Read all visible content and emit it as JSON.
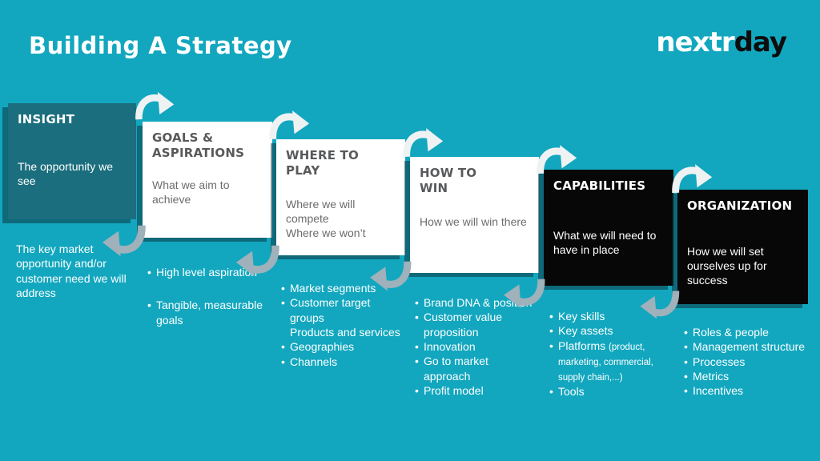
{
  "header": {
    "title": "Building A Strategy",
    "logo_white": "nextr",
    "logo_black": "day"
  },
  "colors": {
    "background": "#12A7BF",
    "insight_box": "#1B6E7E",
    "white_box": "#FFFFFF",
    "black_box": "#070707",
    "box_title_gray": "#58595B",
    "box_body_gray": "#6B6C6E",
    "text_white": "#FFFFFF",
    "top_arrow": "#EFF2F3",
    "bottom_arrow": "#9FB1BA",
    "shadow": "#0A2C36"
  },
  "steps": [
    {
      "title": "INSIGHT",
      "subtitle": "The opportunity we see",
      "notes": [
        {
          "text": "The key market opportunity and/or customer need we will address"
        }
      ]
    },
    {
      "title": "GOALS &\nASPIRATIONS",
      "subtitle": "What we aim to achieve",
      "notes": [
        {
          "text": "High level aspiration"
        },
        {
          "text": "Tangible, measurable goals"
        }
      ]
    },
    {
      "title": "WHERE TO\nPLAY",
      "subtitle": "Where we will compete\nWhere we won’t",
      "notes": [
        {
          "text": "Market segments"
        },
        {
          "text": "Customer target groups"
        },
        {
          "text": "Products and services"
        },
        {
          "text": "Geographies"
        },
        {
          "text": "Channels"
        }
      ]
    },
    {
      "title": "HOW TO\nWIN",
      "subtitle": "How we will win there",
      "notes": [
        {
          "text": "Brand DNA & position"
        },
        {
          "text": "Customer value proposition"
        },
        {
          "text": "Innovation"
        },
        {
          "text": "Go to market approach"
        },
        {
          "text": "Profit model"
        }
      ]
    },
    {
      "title": "CAPABILITIES",
      "subtitle": "What we will need to have in place",
      "notes": [
        {
          "text": "Key skills"
        },
        {
          "text": "Key assets"
        },
        {
          "text": "Platforms",
          "small": "(product, marketing, commercial, supply chain,...)"
        },
        {
          "text": "Tools"
        }
      ]
    },
    {
      "title": "ORGANIZATION",
      "subtitle": "How we will set ourselves up for success",
      "notes": [
        {
          "text": "Roles & people"
        },
        {
          "text": "Management structure"
        },
        {
          "text": "Processes"
        },
        {
          "text": "Metrics"
        },
        {
          "text": "Incentives"
        }
      ]
    }
  ]
}
